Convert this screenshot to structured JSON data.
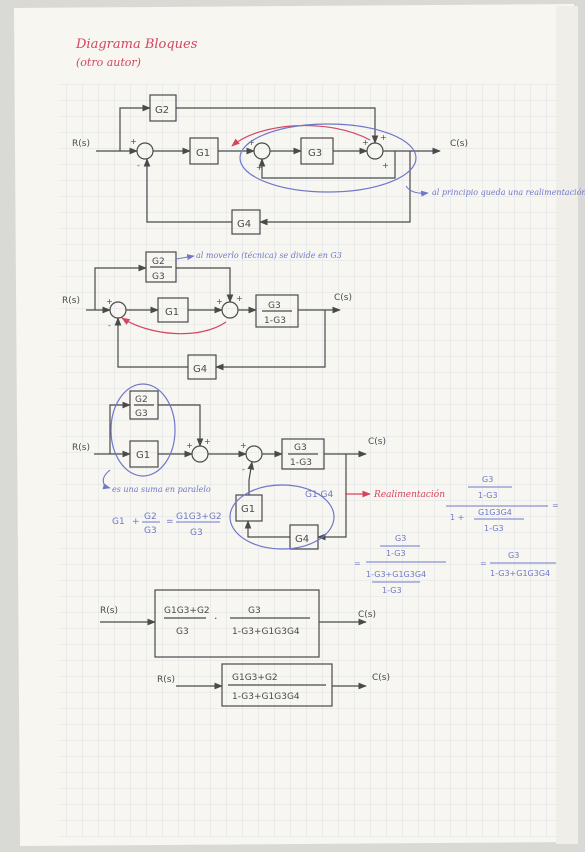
{
  "header": {
    "title": "Diagrama Bloques",
    "subtitle": "(otro autor)"
  },
  "colors": {
    "paper": "#f7f6f1",
    "grid": "#d3dae3",
    "ink": "#4a4a4a",
    "red_ink": "#d6455f",
    "purple_ink": "#6f78c9"
  },
  "diagram1": {
    "input": "R(s)",
    "output": "C(s)",
    "block_g1": "G1",
    "block_g2": "G2",
    "block_g3": "G3",
    "block_g4": "G4",
    "note": "al principio queda una realimentación"
  },
  "diagram2": {
    "input": "R(s)",
    "output": "C(s)",
    "block_g2g3_num": "G2",
    "block_g2g3_den": "G3",
    "block_g1": "G1",
    "block_fb_num": "G3",
    "block_fb_den": "1-G3",
    "block_g4": "G4",
    "note": "al moverlo (técnica) se divide en G3"
  },
  "diagram3": {
    "input": "R(s)",
    "output": "C(s)",
    "block_top_num": "G2",
    "block_top_den": "G3",
    "block_g1": "G1",
    "block_fb_num": "G3",
    "block_fb_den": "1-G3",
    "block_loop_g1": "G1",
    "block_loop_g4": "G4",
    "loop_label": "G1·G4",
    "note": "es una suma en paralelo",
    "parallel_lhs_a": "G1",
    "parallel_op": "+",
    "parallel_lhs_num": "G2",
    "parallel_lhs_den": "G3",
    "parallel_eq": "=",
    "parallel_rhs_num": "G1G3+G2",
    "parallel_rhs_den": "G3",
    "realim_label": "Realimentación",
    "formula_top_num": "G3",
    "formula_top_den": "1-G3",
    "formula_one_plus": "1 +",
    "formula_bot_num": "G1G3G4",
    "formula_bot_den": "1-G3",
    "formula_eq": "=",
    "step2_num": "G3",
    "step2_num_den": "1-G3",
    "step2_den": "1-G3+G1G3G4",
    "step2_den_den": "1-G3",
    "step2_eq": "=",
    "result_num": "G3",
    "result_den": "1-G3+G1G3G4"
  },
  "diagram4": {
    "input": "R(s)",
    "output": "C(s)",
    "left_num": "G1G3+G2",
    "left_den": "G3",
    "dot": "·",
    "right_num": "G3",
    "right_den": "1-G3+G1G3G4"
  },
  "diagram5": {
    "input": "R(s)",
    "output": "C(s)",
    "num": "G1G3+G2",
    "den": "1-G3+G1G3G4"
  }
}
